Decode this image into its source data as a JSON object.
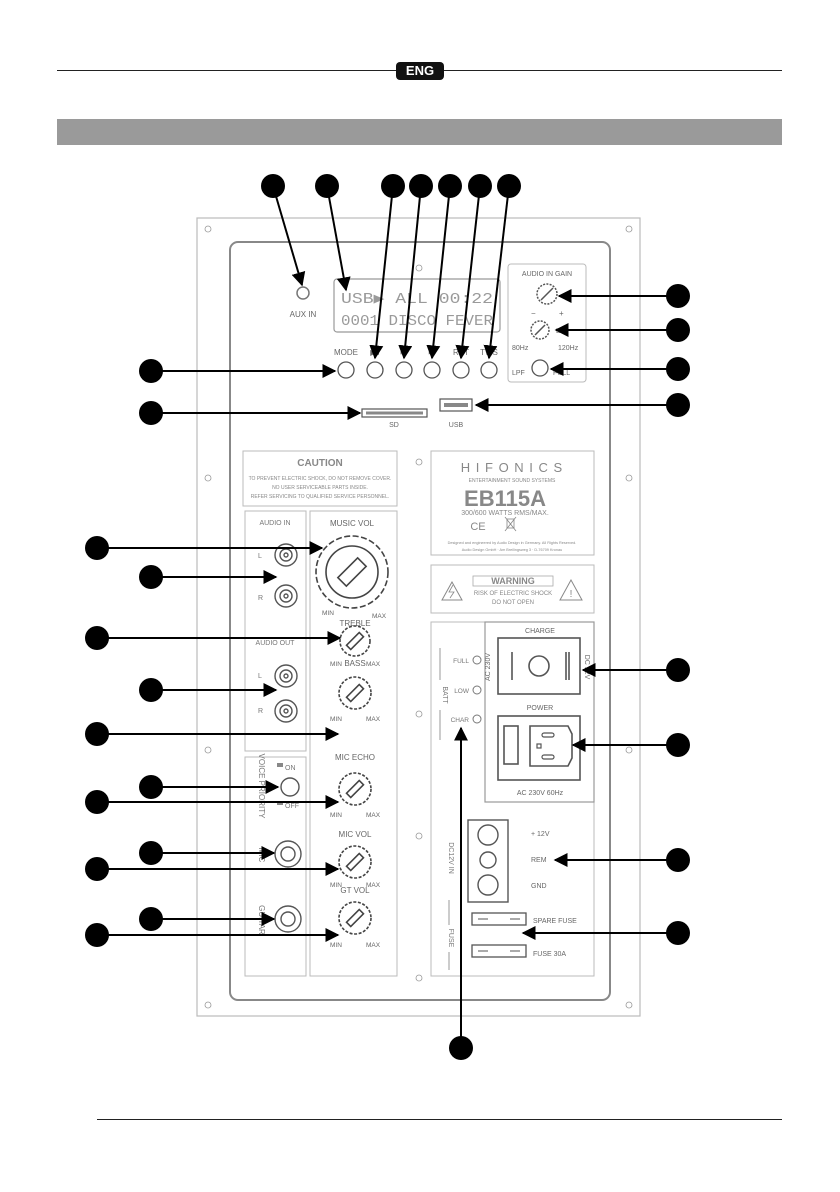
{
  "header": {
    "lang_badge": "ENG"
  },
  "panel": {
    "aux_label": "AUX IN",
    "display": {
      "line1": "USB▶ ALL    00:22",
      "line2": "0001 DISCO FEVER"
    },
    "buttons": [
      "MODE",
      "▶‖",
      "⏮",
      "⏭",
      "RPT",
      "TWS"
    ],
    "gain": {
      "title": "AUDIO IN GAIN",
      "minus": "−",
      "plus": "+",
      "lpf": "LPF",
      "f1": "80Hz",
      "f2": "120Hz",
      "sw_left": "LPF",
      "sw_right": "FULL"
    },
    "sd_label": "SD",
    "usb_label": "USB",
    "caution": {
      "title": "CAUTION",
      "l1": "TO PREVENT ELECTRIC SHOCK, DO NOT REMOVE COVER.",
      "l2": "NO USER SERVICEABLE PARTS INSIDE.",
      "l3": "REFER SERVICING TO QUALIFIED SERVICE PERSONNEL."
    },
    "brand": {
      "name": "H I F O N I C S",
      "sub": "ENTERTAINMENT SOUND SYSTEMS",
      "model": "EB115A",
      "watts": "300/600 WATTS RMS/MAX.",
      "ce": "CE",
      "f1": "Designed and engineered by Audio Design in Germany. All Rights Reserved.",
      "f2": "Audio Design GmbH · Am Breilingsweg 3 · D-76709 Kronau"
    },
    "warning": {
      "title": "WARNING",
      "l1": "RISK OF ELECTRIC SHOCK",
      "l2": "DO NOT OPEN"
    },
    "audio_in": "AUDIO IN",
    "audio_out": "AUDIO OUT",
    "L": "L",
    "R": "R",
    "music_vol": "MUSIC VOL",
    "treble": "TREBLE",
    "bass": "BASS",
    "mic_echo": "MIC ECHO",
    "mic_vol": "MIC VOL",
    "gt_vol": "GT VOL",
    "min": "MIN",
    "max": "MAX",
    "voice_priority": "VOICE PRIORITY",
    "on": "ON",
    "off": "OFF",
    "mic": "MIC",
    "guitar": "GUITAR",
    "batt": {
      "title": "BATT",
      "full": "FULL",
      "low": "LOW",
      "charge": "CHAR"
    },
    "charge": {
      "title": "CHARGE",
      "ac": "AC 230V",
      "dc": "DC 12V"
    },
    "power": {
      "title": "POWER",
      "rating": "AC 230V 60Hz"
    },
    "dc12v": {
      "title": "DC12V IN",
      "p12": "+ 12V",
      "rem": "REM",
      "gnd": "GND"
    },
    "fuse": {
      "title": "FUSE",
      "spare": "SPARE FUSE",
      "main": "FUSE 30A"
    }
  }
}
